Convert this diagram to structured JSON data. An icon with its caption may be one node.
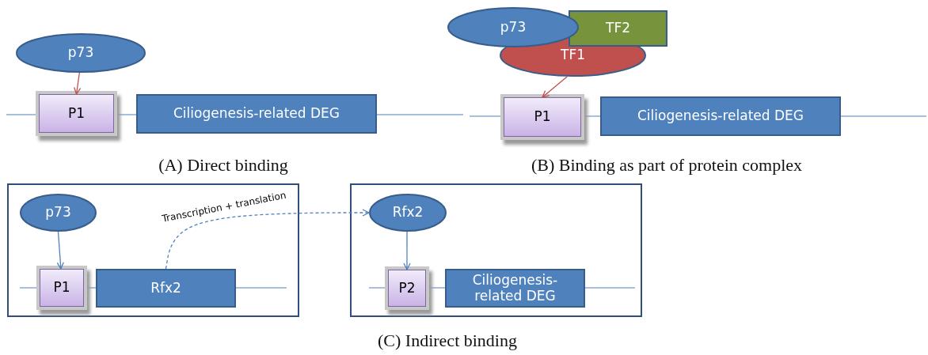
{
  "diagram": {
    "nodes": [
      {
        "text": [
          "p73"
        ]
      },
      {
        "text": [
          "P1"
        ]
      },
      {
        "text": [
          "Ciliogenesis-related DEG"
        ]
      },
      {
        "text": [
          "p73"
        ]
      },
      {
        "text": [
          "TF2"
        ]
      },
      {
        "text": [
          "TF1"
        ]
      },
      {
        "text": [
          "P1"
        ]
      },
      {
        "text": [
          "Ciliogenesis-related DEG"
        ]
      },
      {
        "text": [],
        "shape": "box"
      },
      {
        "text": [
          "p73"
        ],
        "in": 8
      },
      {
        "text": [
          "P1"
        ],
        "in": 8
      },
      {
        "text": [
          "Rfx2"
        ],
        "in": 8
      },
      {
        "text": [],
        "shape": "box"
      },
      {
        "text": [
          "Rfx2"
        ],
        "in": 12
      },
      {
        "text": [
          "P2"
        ],
        "in": 12
      },
      {
        "text": [
          "Ciliogenesis-related DEG"
        ],
        "in": 12
      }
    ],
    "edges": [
      {
        "from": 0,
        "to": 1,
        "arrow": "to",
        "color": "#c0504d"
      },
      {
        "from": 5,
        "to": 6,
        "arrow": "to",
        "color": "#c0504d"
      },
      {
        "from": 9,
        "to": 10,
        "arrow": "to"
      },
      {
        "from": 11,
        "to": 13,
        "arrow": "to",
        "style": "dashed",
        "label": "Transcription + translation"
      },
      {
        "from": 13,
        "to": 14,
        "arrow": "to"
      }
    ],
    "labels": [
      "(A) Direct binding",
      "(B) Binding as part of protein complex",
      "(C) Indirect binding"
    ]
  }
}
